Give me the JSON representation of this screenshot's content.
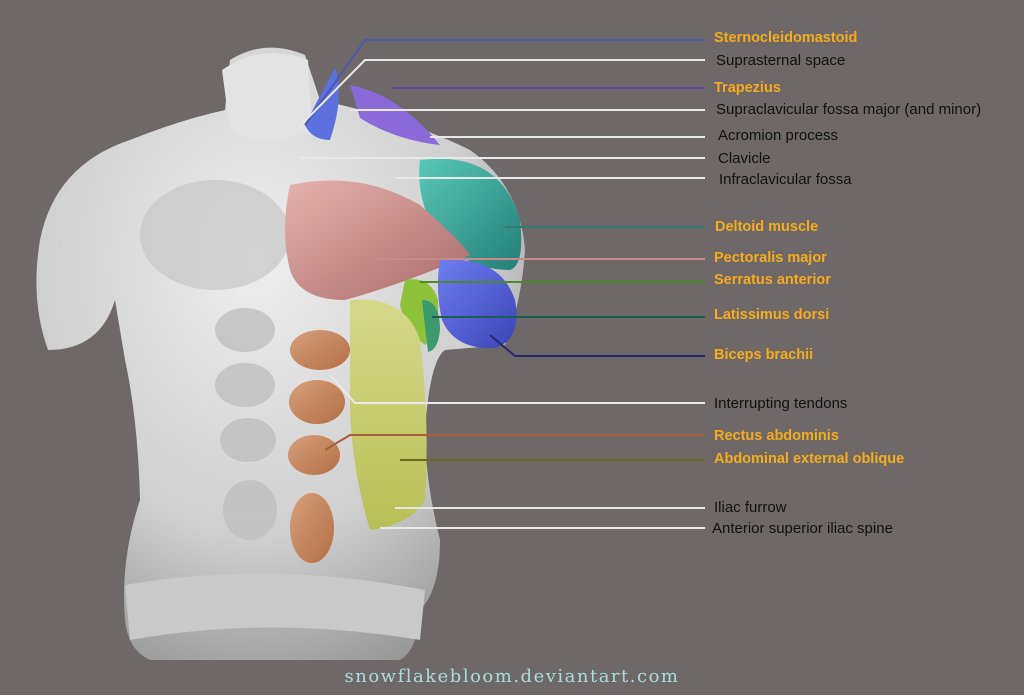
{
  "labels": [
    {
      "text": "Sternocleidomastoid",
      "kind": "muscle",
      "color": "#4a5aa8"
    },
    {
      "text": "Suprasternal space",
      "kind": "landmark",
      "color": "#e8e8e8"
    },
    {
      "text": "Trapezius",
      "kind": "muscle",
      "color": "#5b4aa0"
    },
    {
      "text": "Supraclavicular fossa major (and minor)",
      "kind": "landmark",
      "color": "#e8e8e8"
    },
    {
      "text": "Acromion process",
      "kind": "landmark",
      "color": "#e8e8e8"
    },
    {
      "text": "Clavicle",
      "kind": "landmark",
      "color": "#e8e8e8"
    },
    {
      "text": "Infraclavicular fossa",
      "kind": "landmark",
      "color": "#e8e8e8"
    },
    {
      "text": "Deltoid muscle",
      "kind": "muscle",
      "color": "#2f7b6e"
    },
    {
      "text": "Pectoralis major",
      "kind": "muscle",
      "color": "#c98a8a"
    },
    {
      "text": "Serratus anterior",
      "kind": "muscle",
      "color": "#4b8a2a"
    },
    {
      "text": "Latissimus dorsi",
      "kind": "muscle",
      "color": "#1f5d50"
    },
    {
      "text": "Biceps brachii",
      "kind": "muscle",
      "color": "#26286a"
    },
    {
      "text": "Interrupting tendons",
      "kind": "landmark",
      "color": "#e8e8e8"
    },
    {
      "text": "Rectus abdominis",
      "kind": "muscle",
      "color": "#a3603a"
    },
    {
      "text": "Abdominal external oblique",
      "kind": "muscle",
      "color": "#6f6a22"
    },
    {
      "text": "Iliac furrow",
      "kind": "landmark",
      "color": "#e8e8e8"
    },
    {
      "text": "Anterior superior iliac spine",
      "kind": "landmark",
      "color": "#e8e8e8"
    }
  ],
  "credit": "snowflakebloom.deviantart.com",
  "colors": {
    "background": "#6e6869",
    "muscle_label": "#f4ac1d",
    "landmark_label": "#111111",
    "body": "#d9d9d9"
  }
}
